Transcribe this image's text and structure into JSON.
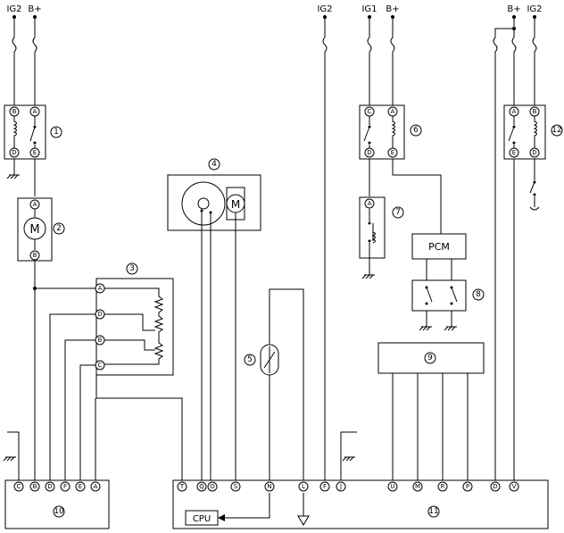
{
  "supply": {
    "ig2_a": "IG2",
    "bplus_a": "B+",
    "ig2_b": "IG2",
    "ig1": "IG1",
    "bplus_b": "B+",
    "bplus_c": "B+",
    "ig2_c": "IG2"
  },
  "callouts": [
    "1",
    "2",
    "3",
    "4",
    "5",
    "6",
    "7",
    "8",
    "9",
    "10",
    "11",
    "12"
  ],
  "relay1": {
    "pins": [
      "B",
      "A",
      "D",
      "E"
    ]
  },
  "motor2": {
    "pins": [
      "A",
      "B"
    ],
    "symbol": "M"
  },
  "sensor3": {
    "pins": [
      "A",
      "D",
      "B",
      "C"
    ]
  },
  "unit4": {
    "symbol": "M"
  },
  "relay6": {
    "pins": [
      "C",
      "A",
      "D",
      "E"
    ]
  },
  "switch7": {
    "pins": [
      "A"
    ]
  },
  "pcm": {
    "label": "PCM"
  },
  "relay12": {
    "pins": [
      "A",
      "B",
      "E",
      "D"
    ]
  },
  "unit10": {
    "pins": [
      "C",
      "B",
      "D",
      "F",
      "E",
      "A"
    ]
  },
  "unit11": {
    "pins": [
      "T",
      "Q",
      "O",
      "S",
      "N",
      "L",
      "F",
      "J",
      "U",
      "M",
      "R",
      "P",
      "D",
      "V"
    ],
    "cpu_label": "CPU"
  }
}
